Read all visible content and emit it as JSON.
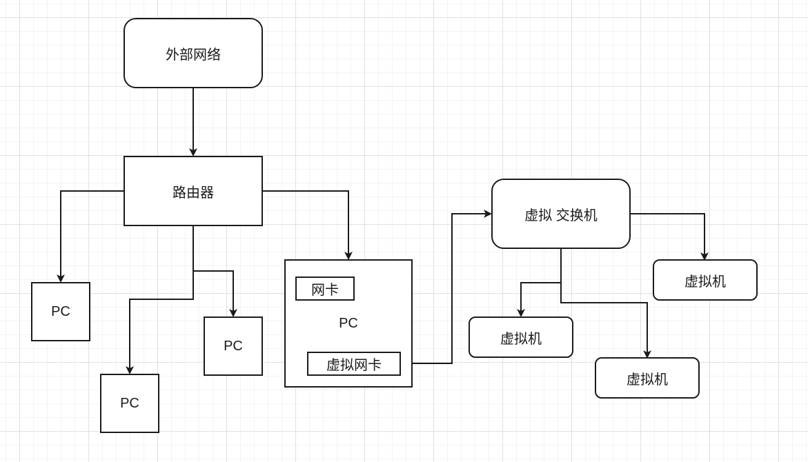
{
  "diagram": {
    "nodes": {
      "external_network": "外部网络",
      "router": "路由器",
      "pc_left": "PC",
      "pc_bottom": "PC",
      "pc_middle": "PC",
      "host_pc": "PC",
      "host_nic": "网卡",
      "host_virtual_nic": "虚拟网卡",
      "virtual_switch": "虚拟 交换机",
      "vm_right": "虚拟机",
      "vm_left": "虚拟机",
      "vm_bottom": "虚拟机"
    },
    "edges": [
      {
        "from": "external_network",
        "to": "router"
      },
      {
        "from": "router",
        "to": "pc_left"
      },
      {
        "from": "router",
        "to": "pc_bottom"
      },
      {
        "from": "router",
        "to": "pc_middle"
      },
      {
        "from": "router",
        "to": "host_pc"
      },
      {
        "from": "host_virtual_nic",
        "to": "virtual_switch"
      },
      {
        "from": "virtual_switch",
        "to": "vm_right"
      },
      {
        "from": "virtual_switch",
        "to": "vm_left"
      },
      {
        "from": "virtual_switch",
        "to": "vm_bottom"
      }
    ],
    "colors": {
      "stroke": "#1a1a1a",
      "fill": "#ffffff",
      "grid": "#e0e0e0"
    }
  }
}
